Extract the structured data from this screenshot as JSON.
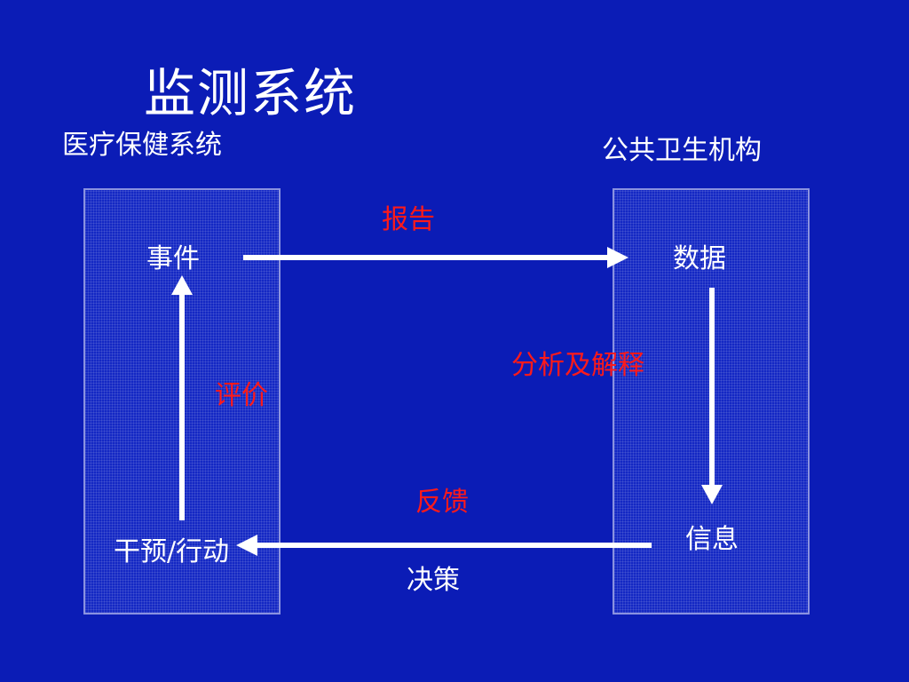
{
  "title": "监测系统",
  "left_system": "医疗保健系统",
  "right_system": "公共卫生机构",
  "nodes": {
    "event": "事件",
    "data": "数据",
    "information": "信息",
    "intervention": "干预/行动"
  },
  "edge_labels": {
    "report": "报告",
    "analysis": "分析及解释",
    "evaluation": "评价",
    "feedback": "反馈",
    "decision": "决策"
  },
  "colors": {
    "background": "#0b1cb6",
    "text": "#ffffff",
    "highlight": "#ff1a1a",
    "arrow": "#ffffff"
  }
}
